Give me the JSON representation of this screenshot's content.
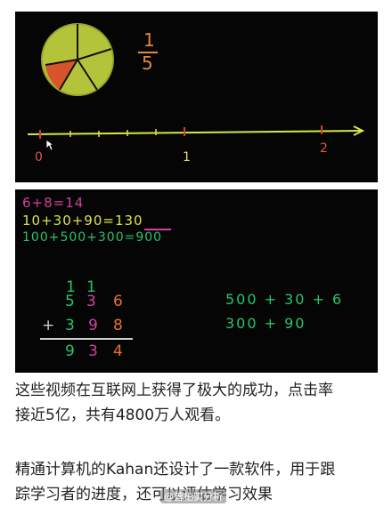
{
  "panel1": {
    "fraction": {
      "numerator": "1",
      "denominator": "5"
    },
    "number_line": {
      "labels": [
        "0",
        "1",
        "2"
      ]
    }
  },
  "panel2": {
    "equations": [
      "6+8=14",
      "10+30+90=130",
      "100+500+300=900"
    ],
    "column_addition": {
      "carries": [
        "1",
        "1"
      ],
      "top": [
        "5",
        "3",
        "6"
      ],
      "plus": "+",
      "bottom": [
        "3",
        "9",
        "8"
      ],
      "result": [
        "9",
        "3",
        "4"
      ]
    },
    "expansion": [
      "500 + 30 + 6",
      "300 + 90"
    ]
  },
  "caption": {
    "line1": "这些视频在互联网上获得了极大的成功，点击率",
    "line2": "接近5亿，共有4800万人观看。",
    "line3": "精通计算机的Kahan还设计了一款软件，用于跟",
    "line4": "踪学习者的进度，还可以评估学习效果"
  },
  "watermark": "@曾柏实分析",
  "colors": {
    "yellow_chalk": "#d9e64a",
    "green_chalk": "#27c46b",
    "magenta_chalk": "#d2419c",
    "orange_chalk": "#e4722e",
    "pie_fill": "#b7c639"
  }
}
